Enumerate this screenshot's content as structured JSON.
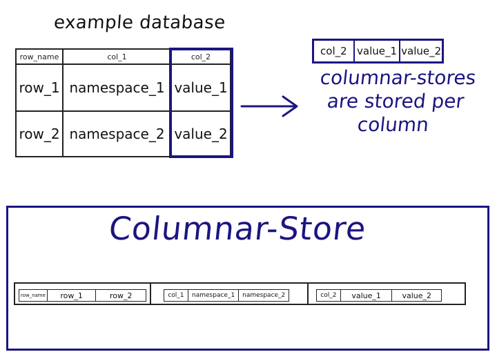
{
  "example": {
    "title": "example database",
    "headers": [
      "row_name",
      "col_1",
      "col_2"
    ],
    "rows": [
      [
        "row_1",
        "namespace_1",
        "value_1"
      ],
      [
        "row_2",
        "namespace_2",
        "value_2"
      ]
    ]
  },
  "column_strip": {
    "cells": [
      "col_2",
      "value_1",
      "value_2"
    ],
    "note": "columnar-stores are stored per column"
  },
  "columnar_store": {
    "title": "Columnar-Store",
    "groups": [
      [
        "row_name",
        "row_1",
        "row_2"
      ],
      [
        "col_1",
        "namespace_1",
        "namespace_2"
      ],
      [
        "col_2",
        "value_1",
        "value_2"
      ]
    ]
  },
  "colors": {
    "accent": "#1b1580",
    "ink": "#111111"
  }
}
